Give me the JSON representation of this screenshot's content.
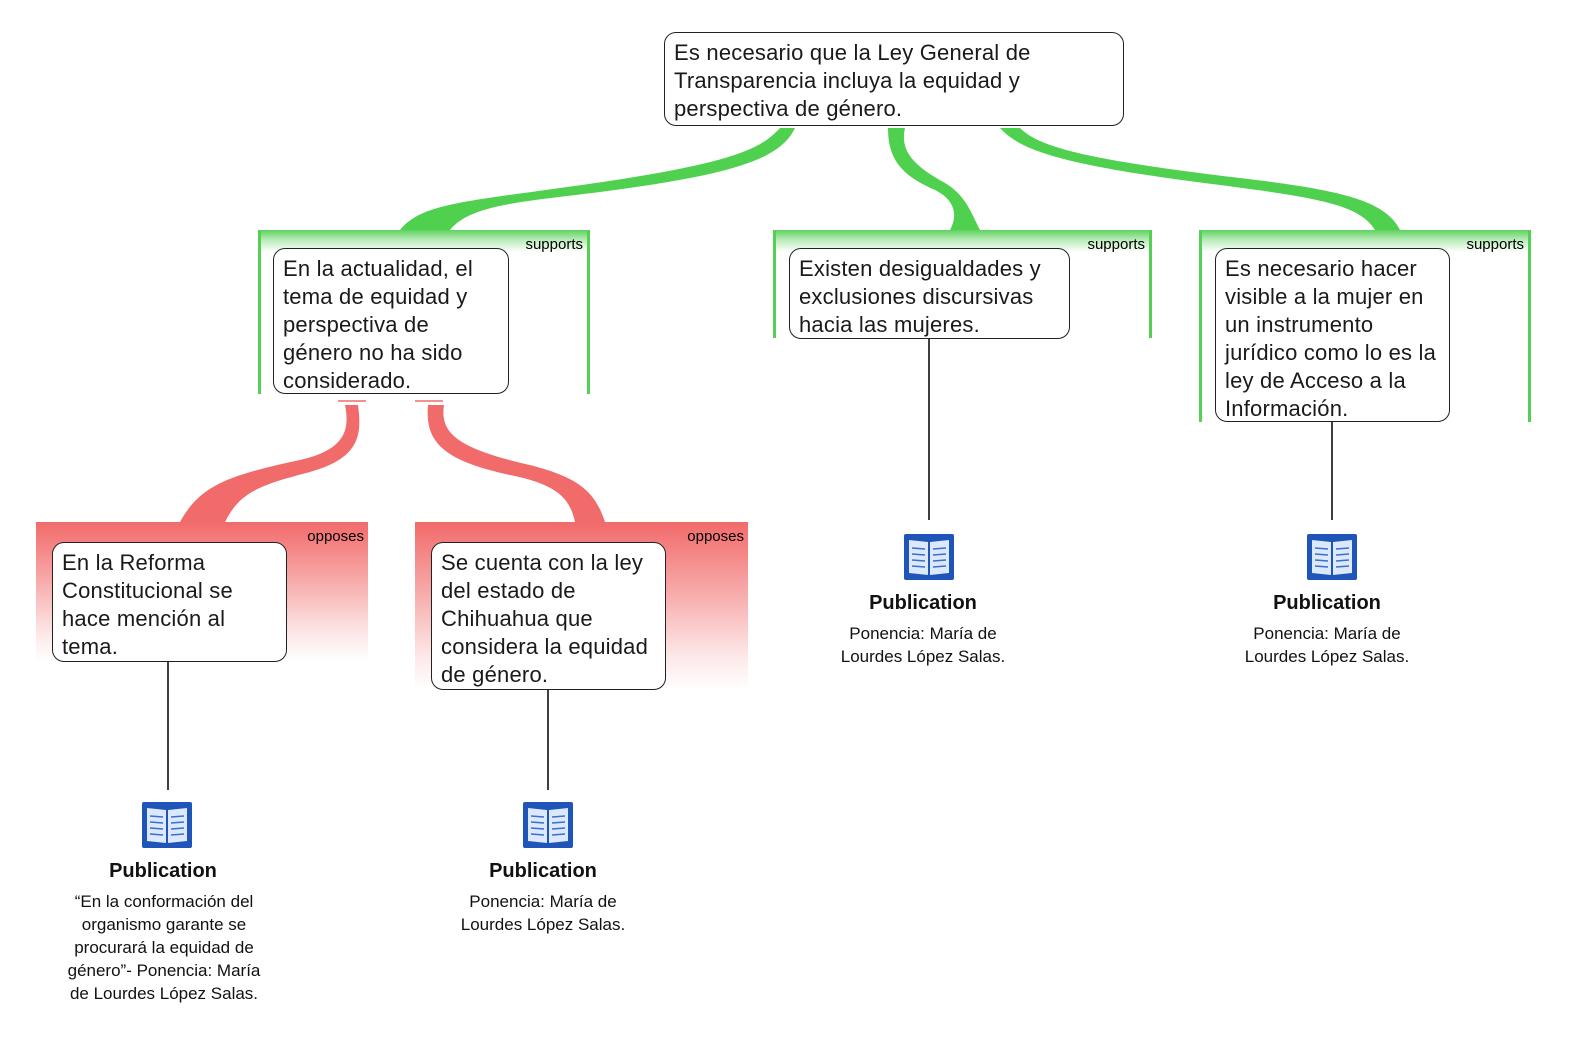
{
  "root": {
    "text": "Es necesario que la Ley General de Transparencia incluya la equidad y perspectiva de género."
  },
  "supports": [
    {
      "relation": "supports",
      "text": "En la actualidad, el tema de equidad y perspectiva de género no ha sido considerado."
    },
    {
      "relation": "supports",
      "text": "Existen desigualdades y exclusiones discursivas hacia las mujeres.",
      "publication": {
        "label": "Publication",
        "text": "Ponencia: María de Lourdes López Salas."
      }
    },
    {
      "relation": "supports",
      "text": "Es necesario hacer visible a la mujer en un instrumento jurídico como lo es la ley de Acceso a la Información.",
      "publication": {
        "label": "Publication",
        "text": "Ponencia: María de Lourdes López Salas."
      }
    }
  ],
  "opposes": [
    {
      "relation": "opposes",
      "text": "En la Reforma Constitucional se hace mención al tema.",
      "publication": {
        "label": "Publication",
        "text": "“En la conformación del organismo garante se procurará la equidad de género”- Ponencia: María de Lourdes López Salas."
      }
    },
    {
      "relation": "opposes",
      "text": "Se cuenta con la ley del estado de Chihuahua que considera la equidad de género.",
      "publication": {
        "label": "Publication",
        "text": "Ponencia: María de Lourdes López Salas."
      }
    }
  ],
  "colors": {
    "supports": "#4fd04f",
    "opposes": "#f26b6b"
  },
  "icons": [
    "book-icon"
  ]
}
